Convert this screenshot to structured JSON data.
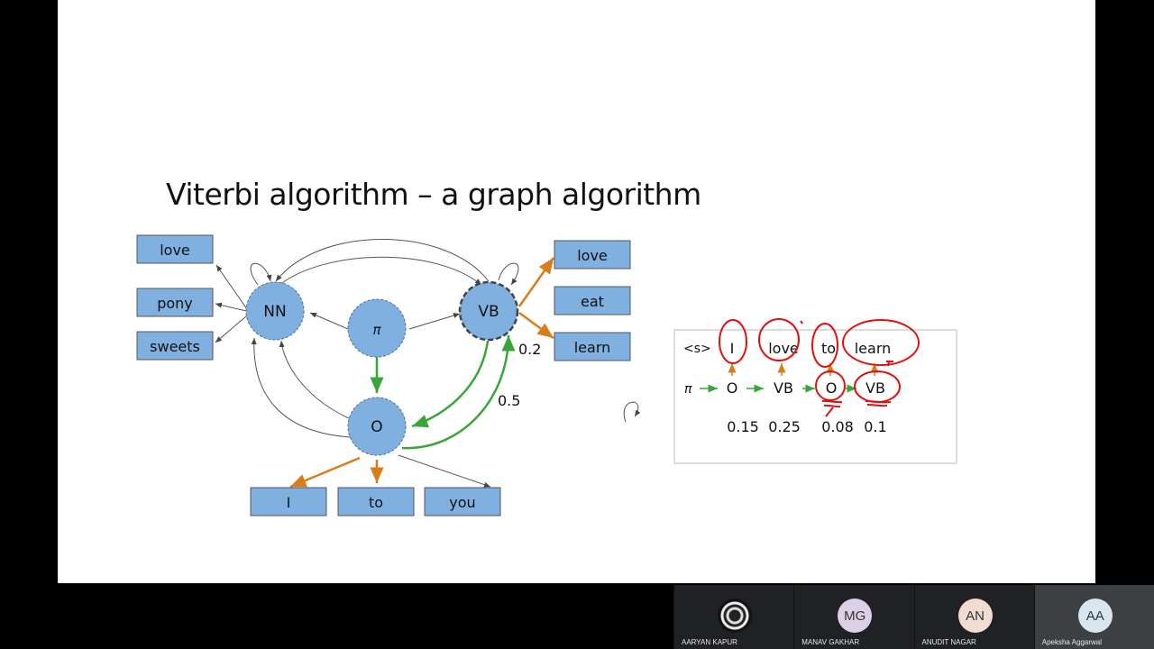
{
  "slide": {
    "title": "Viterbi algorithm – a graph algorithm",
    "nodes": {
      "nn": "NN",
      "vb": "VB",
      "pi": "π",
      "o": "O"
    },
    "words_left": [
      "love",
      "pony",
      "sweets"
    ],
    "words_right": [
      "love",
      "eat",
      "learn"
    ],
    "words_bottom": [
      "I",
      "to",
      "you"
    ],
    "edge_labels": {
      "vb_learn": "0.2",
      "o_vb": "0.5"
    },
    "table": {
      "start": "<s>",
      "words": [
        "I",
        "love",
        "to",
        "learn"
      ],
      "pi": "π",
      "states": [
        "O",
        "VB",
        "O",
        "VB"
      ],
      "probs": [
        "0.15",
        "0.25",
        "0.08",
        "0.1"
      ]
    },
    "colors": {
      "node_fill": "#7fb0e0",
      "orange_arrow": "#d97c1a",
      "green_arrow": "#3aa63a",
      "red_annotation": "#e01010"
    }
  },
  "participants": [
    {
      "initials": "",
      "name": "AARYAN KAPUR"
    },
    {
      "initials": "MG",
      "name": "MANAV GAKHAR"
    },
    {
      "initials": "AN",
      "name": "ANUDIT NAGAR"
    },
    {
      "initials": "AA",
      "name": "Apeksha Aggarwal"
    }
  ]
}
